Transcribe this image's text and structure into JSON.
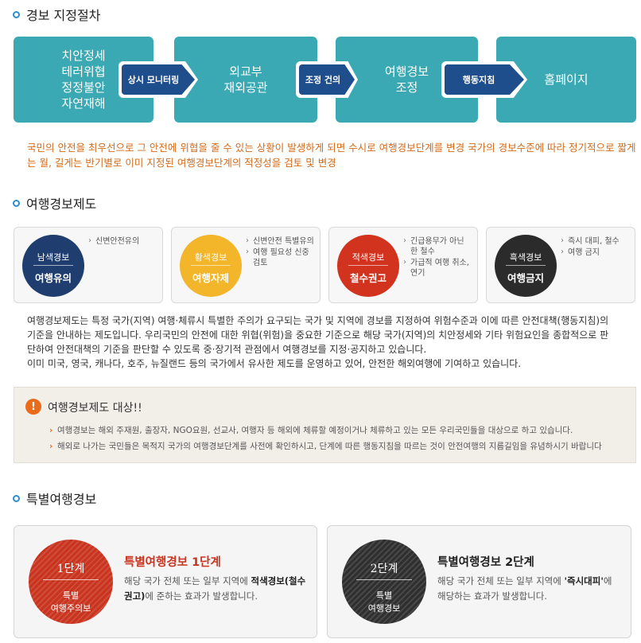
{
  "section1": {
    "title": "경보 지정절차"
  },
  "flow": {
    "steps": [
      "치안정세\n테러위협\n정정불안\n자연재해",
      "외교부\n재외공관",
      "여행경보\n조정",
      "홈페이지"
    ],
    "arrows": [
      "상시 모니터링",
      "조정 건의",
      "행동지침"
    ]
  },
  "note": "국민의 안전을 최우선으로 그 안전에 위협을 줄 수 있는 상황이 발생하게 되면 수시로 여행경보단계를 변경 국가의 경보수준에 따라 정기적으로 짧게는 월, 길게는 반기별로 이미 지정된 여행경보단계의 적정성을 검토 및 변경",
  "section2": {
    "title": "여행경보제도"
  },
  "levels": [
    {
      "name": "남색경보",
      "action": "여행유의",
      "color": "#1f3d6e",
      "items": [
        "신변안전유의"
      ]
    },
    {
      "name": "황색경보",
      "action": "여행자제",
      "color": "#f3b52a",
      "items": [
        "신변안전 특별유의",
        "여행 필요성 신중 검토"
      ]
    },
    {
      "name": "적색경보",
      "action": "철수권고",
      "color": "#d2331f",
      "items": [
        "긴급용무가 아닌 한 철수",
        "가급적 여행 취소, 연기"
      ]
    },
    {
      "name": "흑색경보",
      "action": "여행금지",
      "color": "#2b2b2b",
      "items": [
        "즉시 대피, 철수",
        "여행 금지"
      ]
    }
  ],
  "description": [
    "여행경보제도는 특정 국가(지역) 여행·체류시 특별한 주의가 요구되는 국가 및 지역에 경보를 지정하여 위험수준과 이에 따른 안전대책(행동지침)의 기준을 안내하는 제도입니다. 우리국민의 안전에 대한 위협(위험)을 중요한 기준으로 해당 국가(지역)의 치안정세와 기타 위험요인을 종합적으로 판단하여 안전대책의 기준을 판단할 수 있도록 중·장기적 관점에서 여행경보를 지정·공지하고 있습니다.",
    "이미 미국, 영국, 캐나다, 호주, 뉴질랜드 등의 국가에서 유사한 제도를 운영하고 있어, 안전한 해외여행에 기여하고 있습니다."
  ],
  "notice": {
    "icon": "!",
    "title": "여행경보제도 대상!!",
    "items": [
      "여행경보는 해외 주재원, 출장자, NGO요원, 선교사, 여행자 등 해외에 체류할 예정이거나 체류하고 있는 모든 우리국민들을 대상으로 하고 있습니다.",
      "해외로 나가는 국민들은 목적지 국가의 여행경보단계를 사전에 확인하시고, 단계에 따른 행동지침을 따르는 것이 안전여행의 지름길임을 유념하시기 바랍니다"
    ]
  },
  "section3": {
    "title": "특별여행경보"
  },
  "special": [
    {
      "level": "1단계",
      "name1": "특별",
      "name2": "여행주의보",
      "color": "#c9341f",
      "title_color": "#c9341f",
      "title": "특별여행경보 1단계",
      "body_pre": "해당 국가 전체 또는 일부 지역에 ",
      "body_bold": "적색경보(철수권고)",
      "body_post": "에 준하는 효과가 발생합니다."
    },
    {
      "level": "2단계",
      "name1": "특별",
      "name2": "여행경보",
      "color": "#2f2f2f",
      "title_color": "#222222",
      "title": "특별여행경보 2단계",
      "body_pre": "해당 국가 전체 또는 일부 지역에 ",
      "body_bold": "'즉시대피'",
      "body_post": "에 해당하는 효과가 발생합니다."
    }
  ]
}
